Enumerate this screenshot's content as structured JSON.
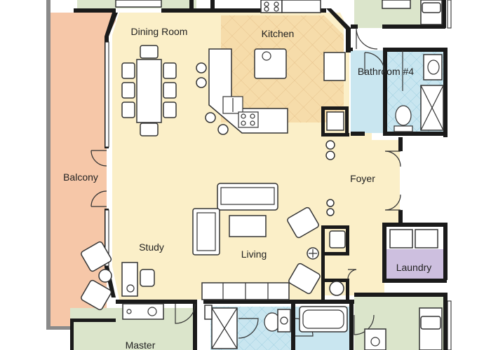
{
  "rooms": {
    "dining": "Dining Room",
    "kitchen": "Kitchen",
    "bath4": "Bathroom #4",
    "balcony": "Balcony",
    "foyer": "Foyer",
    "study": "Study",
    "living": "Living",
    "laundry": "Laundry",
    "master": "Master"
  },
  "colors": {
    "background": "#ffffff",
    "living_floor": "#fbefc8",
    "kitchen_tile": "#f6dcaa",
    "kitchen_grid": "#e7c38d",
    "balcony": "#f6c7a8",
    "bedroom": "#dbe5cb",
    "bath_tile": "#c9e6f0",
    "bath_grid": "#9fcfe0",
    "bath_floor": "#c9e6f0",
    "laundry": "#cdbfdf",
    "wall": "#1a1a1a",
    "terrace_edge": "#8a8a8a"
  },
  "icons": [
    "sink-icon",
    "toilet-icon",
    "shower-icon",
    "bathtub-icon",
    "stove-icon",
    "washer-icon",
    "dryer-icon",
    "plant-icon",
    "dining-chair-icon",
    "armchair-icon",
    "sofa-icon",
    "desk-chair-icon"
  ]
}
